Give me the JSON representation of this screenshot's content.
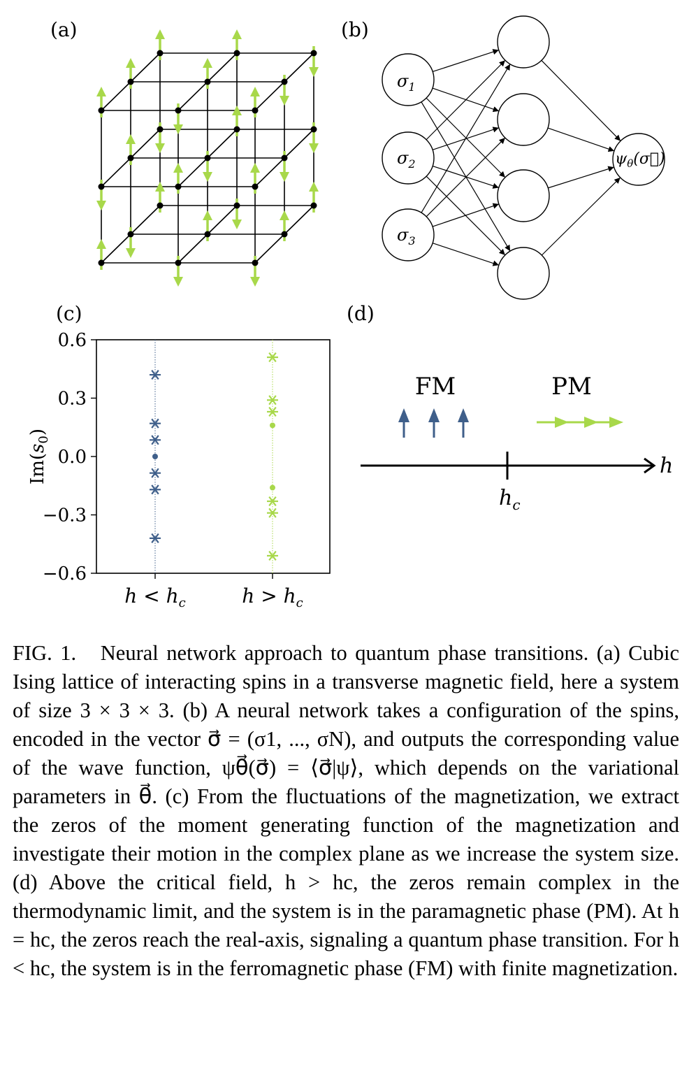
{
  "panels": {
    "a": {
      "label": "(a)"
    },
    "b": {
      "label": "(b)",
      "inputs": [
        "σ1",
        "σ2",
        "σ3"
      ],
      "output": "ψθ(σ⃗)"
    },
    "c": {
      "label": "(c)"
    },
    "d": {
      "label": "(d)",
      "fm_label": "FM",
      "pm_label": "PM",
      "axis_label": "h",
      "tick_label": "hc"
    }
  },
  "colors": {
    "fm_blue": "#3f5f8a",
    "pm_green": "#a8d84a",
    "lattice": "#000000"
  },
  "chart_data": {
    "type": "scatter",
    "ylabel": "Im(s0)",
    "ylim": [
      -0.6,
      0.6
    ],
    "yticks": [
      "0.6",
      "0.3",
      "0.0",
      "−0.3",
      "−0.6"
    ],
    "categories": [
      "h < hc",
      "h > hc"
    ],
    "series": [
      {
        "category": "h < hc",
        "color": "#3f5f8a",
        "stars": [
          0.42,
          0.17,
          0.085,
          -0.085,
          -0.17,
          -0.42
        ],
        "dots": [
          0.0
        ]
      },
      {
        "category": "h > hc",
        "color": "#a8d84a",
        "stars": [
          0.51,
          0.29,
          0.23,
          -0.23,
          -0.29,
          -0.51
        ],
        "dots": [
          0.16,
          -0.16
        ]
      }
    ]
  },
  "caption": {
    "label": "FIG. 1.",
    "text": "Neural network approach to quantum phase transitions. (a) Cubic Ising lattice of interacting spins in a transverse magnetic field, here a system of size 3 × 3 × 3. (b) A neural network takes a configuration of the spins, encoded in the vector σ⃗ = (σ1, ..., σN), and outputs the corresponding value of the wave function, ψθ⃗(σ⃗) = ⟨σ⃗|ψ⟩, which depends on the variational parameters in θ⃗. (c) From the fluctuations of the magnetization, we extract the zeros of the moment generating function of the magnetization and investigate their motion in the complex plane as we increase the system size. (d) Above the critical field, h > hc, the zeros remain complex in the thermodynamic limit, and the system is in the paramagnetic phase (PM). At h = hc, the zeros reach the real-axis, signaling a quantum phase transition. For h < hc, the system is in the ferromagnetic phase (FM) with finite magnetization."
  }
}
